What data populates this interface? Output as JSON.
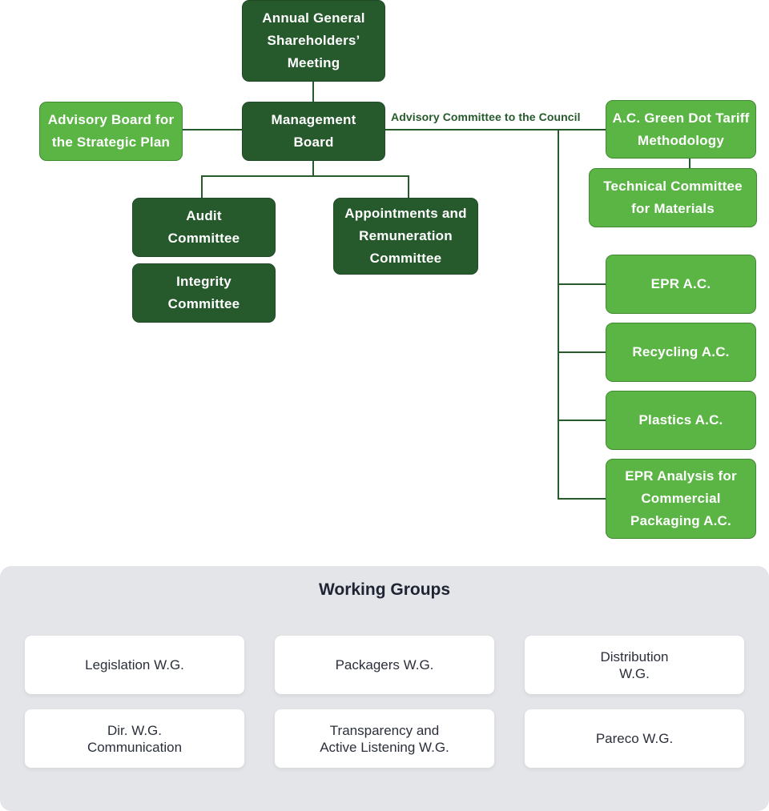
{
  "colors": {
    "dark_green": "#265a2d",
    "light_green": "#5bb545",
    "working_groups_bg": "#e4e5e8"
  },
  "org_chart": {
    "shareholders_meeting": "Annual General Shareholders’ Meeting",
    "management_board": "Management Board",
    "advisory_board": "Advisory Board for the Strategic Plan",
    "audit_committee": "Audit Committee",
    "integrity_committee": "Integrity Committee",
    "appointments_committee": "Appointments and Remuneration Committee",
    "advisory_committee_label": "Advisory Committee to the Council",
    "green_dot_ac": "A.C. Green Dot Tariff Methodology",
    "technical_committee": "Technical Committee for Materials",
    "epr_ac": "EPR A.C.",
    "recycling_ac": "Recycling A.C.",
    "plastics_ac": "Plastics A.C.",
    "epr_analysis_ac": "EPR Analysis for Commercial Packaging A.C."
  },
  "working_groups": {
    "title": "Working Groups",
    "items": [
      "Legislation W.G.",
      "Packagers W.G.",
      "Distribution\nW.G.",
      "Dir. W.G.\nCommunication",
      "Transparency and\nActive Listening W.G.",
      "Pareco W.G."
    ]
  }
}
